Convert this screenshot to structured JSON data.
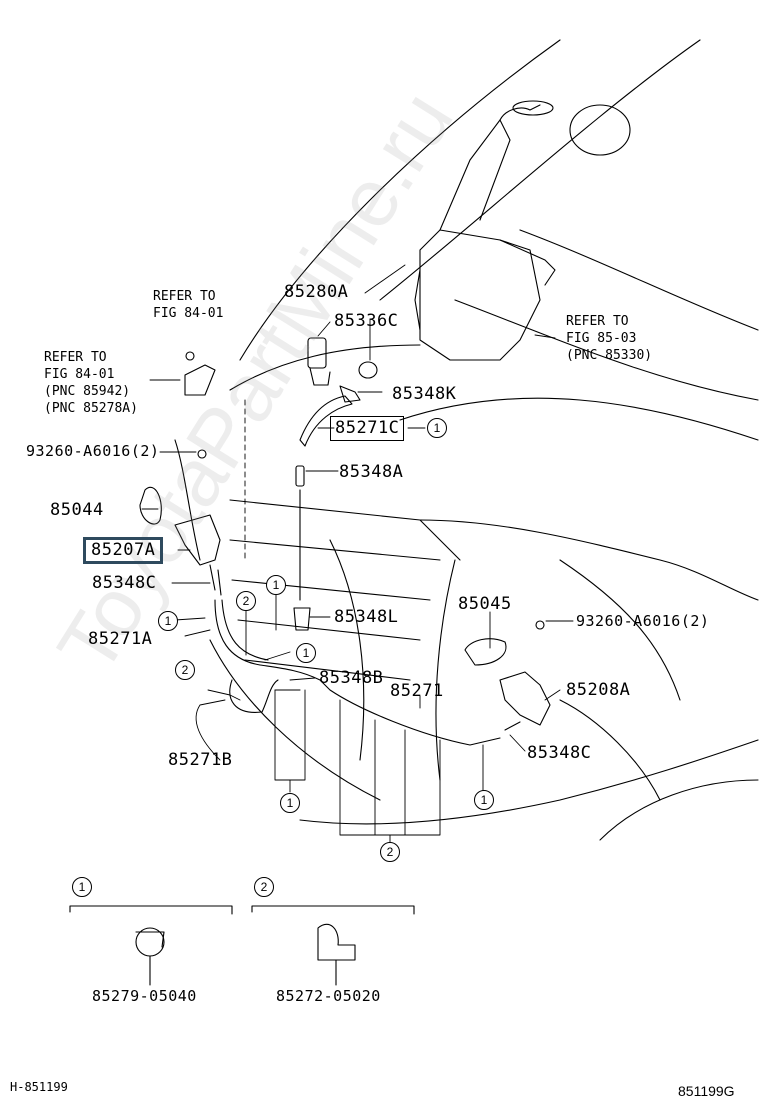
{
  "watermark": "ToyotaPartMine.ru",
  "callouts": {
    "refer_8401_top": "REFER TO\nFIG 84-01",
    "refer_8401_left": "REFER TO\nFIG 84-01\n(PNC 85942)\n(PNC 85278A)",
    "refer_8503": "REFER TO\nFIG 85-03\n(PNC 85330)",
    "p85280A": "85280A",
    "p85336C": "85336C",
    "p85348K": "85348K",
    "p85271C": "85271C",
    "p85348A": "85348A",
    "p93260_left": "93260-A6016(2)",
    "p85044": "85044",
    "p85207A": "85207A",
    "p85348C_left": "85348C",
    "p85271A": "85271A",
    "p85348L": "85348L",
    "p85045": "85045",
    "p93260_right": "93260-A6016(2)",
    "p85348B": "85348B",
    "p85271": "85271",
    "p85208A": "85208A",
    "p85271B": "85271B",
    "p85348C_right": "85348C"
  },
  "markers": {
    "one": "1",
    "two": "2"
  },
  "legend": {
    "clip1_marker": "1",
    "clip1_part": "85279-05040",
    "clip2_marker": "2",
    "clip2_part": "85272-05020"
  },
  "footer": {
    "left_code": "H-851199",
    "right_code": "851199G"
  },
  "highlight_color": "#2e4a5e"
}
